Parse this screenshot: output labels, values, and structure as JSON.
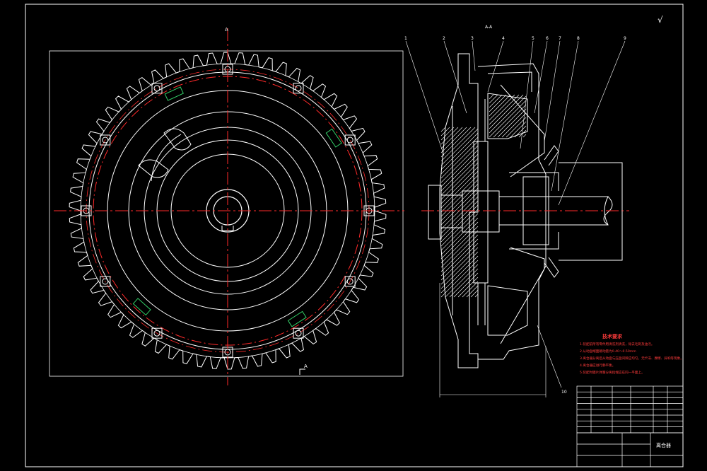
{
  "colors": {
    "background": "#000000",
    "line": "#ffffff",
    "centerline": "#ff2a2a",
    "accent_green": "#33cc66",
    "accent_magenta": "#ff44ff",
    "note_text": "#ff3b3b"
  },
  "drawing": {
    "section_label": "A-A",
    "roughness_mark": "√",
    "left_view_label_top": "A",
    "left_view_label_bottom": "A",
    "part_labels": [
      "1",
      "2",
      "3",
      "4",
      "5",
      "6",
      "7",
      "8",
      "9",
      "10"
    ]
  },
  "notes": {
    "title": "技术要求",
    "lines": [
      "1.装配前所有零件用清洗剂清洗，除去毛刺及油污。",
      "2.从动盘端面跳动量为0.40～0.50mm",
      "3.离合器分离后从动盘与压盘间隙应均匀，无卡滞、摩擦、异响等现象。",
      "4.离合器应进行静平衡。",
      "5.装配时膜片弹簧分离指端应在同一平面上。"
    ]
  },
  "title_block": {
    "drawing_name": "离合器"
  }
}
